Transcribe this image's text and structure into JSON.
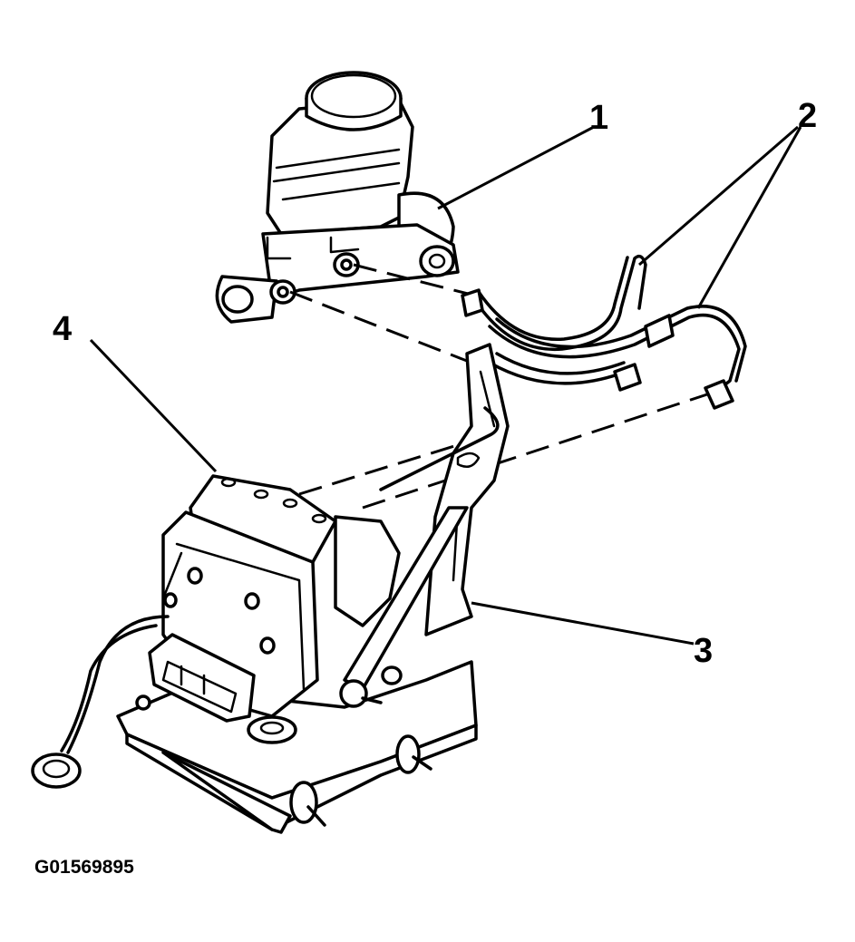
{
  "diagram": {
    "callouts": [
      {
        "number": "1",
        "part": "master-cylinder"
      },
      {
        "number": "2",
        "part": "brake-pipes"
      },
      {
        "number": "3",
        "part": "mounting-bracket"
      },
      {
        "number": "4",
        "part": "abs-modulator"
      }
    ],
    "figure_id": "G01569895",
    "colors": {
      "ink": "#000000",
      "background": "#ffffff"
    }
  }
}
